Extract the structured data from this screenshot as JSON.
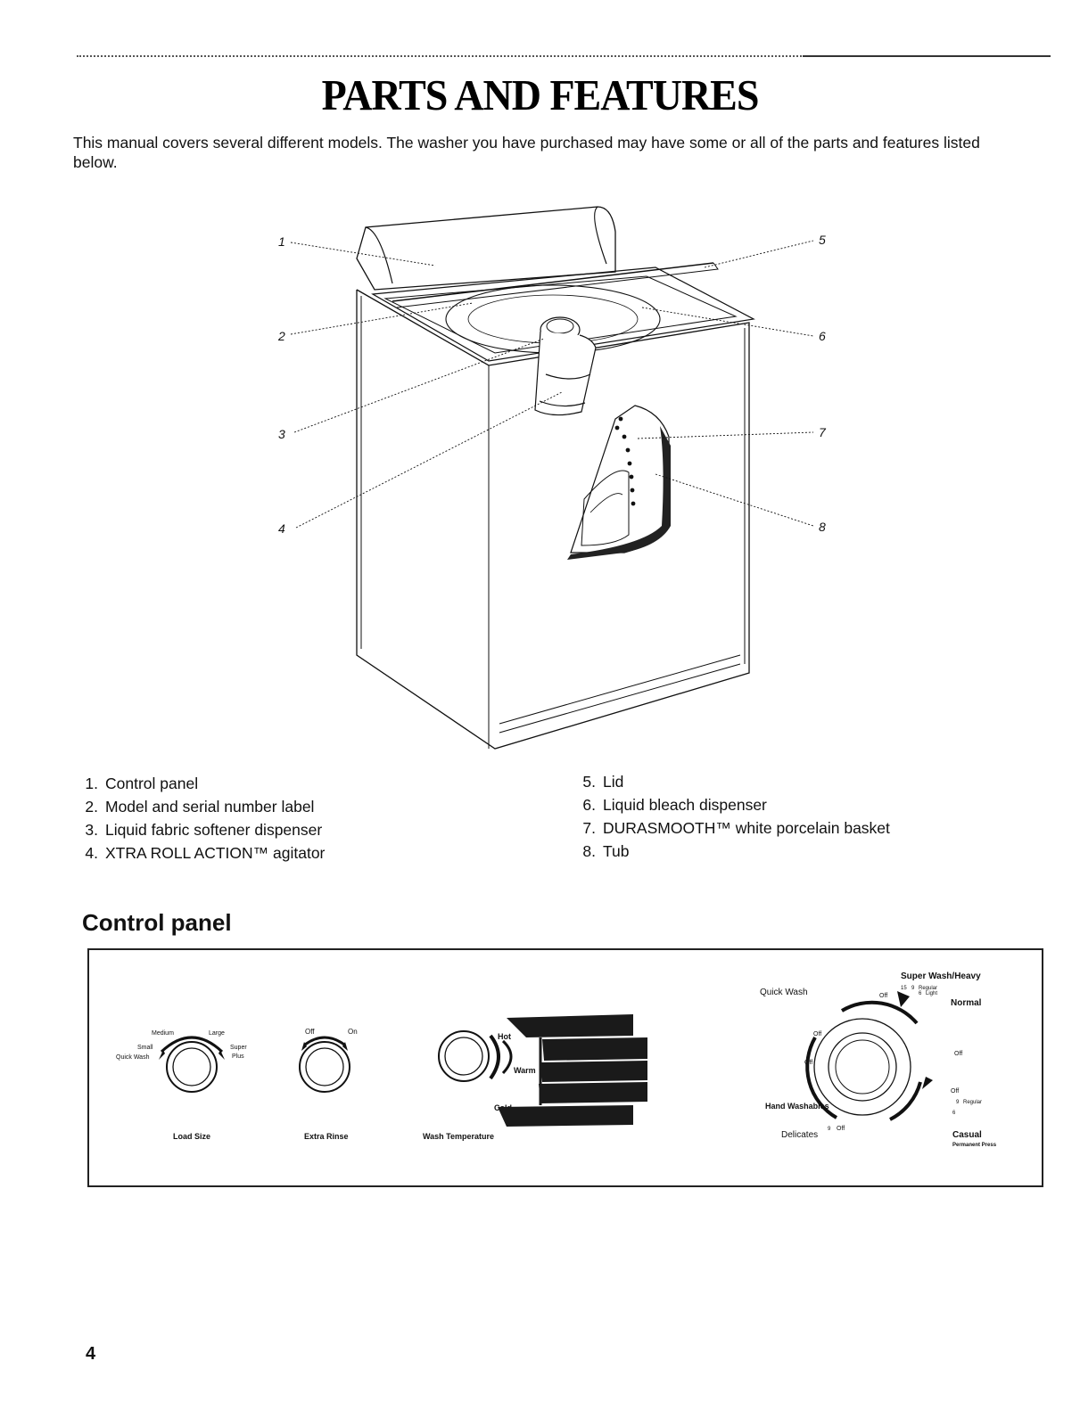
{
  "page": {
    "title": "PARTS AND FEATURES",
    "intro": "This manual covers several different models. The washer you have purchased may have some or all of the parts and features listed below.",
    "page_number": "4"
  },
  "callouts": [
    "1",
    "2",
    "3",
    "4",
    "5",
    "6",
    "7",
    "8"
  ],
  "parts": [
    {
      "num": "1.",
      "label": "Control panel"
    },
    {
      "num": "2.",
      "label": "Model and serial number label"
    },
    {
      "num": "3.",
      "label": "Liquid fabric softener dispenser"
    },
    {
      "num": "4.",
      "label": "XTRA ROLL ACTION™ agitator"
    },
    {
      "num": "5.",
      "label": "Lid"
    },
    {
      "num": "6.",
      "label": "Liquid bleach dispenser"
    },
    {
      "num": "7.",
      "label": "DURASMOOTH™ white porcelain basket"
    },
    {
      "num": "8.",
      "label": "Tub"
    }
  ],
  "control_panel": {
    "heading": "Control panel",
    "load_size": {
      "label": "Load Size",
      "settings": [
        "Medium",
        "Large",
        "Small",
        "Super",
        "Quick Wash",
        "Plus"
      ]
    },
    "extra_rinse": {
      "label": "Extra Rinse",
      "settings": [
        "Off",
        "On"
      ]
    },
    "wash_temperature": {
      "label": "Wash Temperature",
      "settings": [
        "Hot",
        "Warm",
        "Cold"
      ]
    },
    "cycle_dial": {
      "cycles": [
        "Super Wash/Heavy",
        "Quick Wash",
        "Normal",
        "Hand Washables",
        "Delicates",
        "Casual",
        "Permanent Press"
      ],
      "marks": [
        "15",
        "9",
        "Regular",
        "6",
        "Light",
        "Off",
        "9",
        "Regular",
        "6",
        "9",
        "Off",
        "Off",
        "Off",
        "Off",
        "Off"
      ]
    }
  },
  "colors": {
    "ink": "#111111",
    "panel_dark": "#1a1a1a",
    "basket_dark": "#222222"
  }
}
